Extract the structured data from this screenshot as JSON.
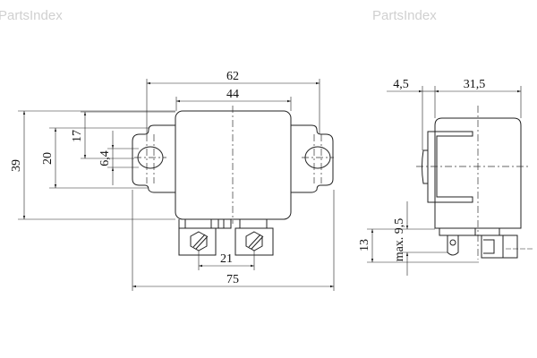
{
  "watermark": {
    "left": "PartsIndex",
    "right": "PartsIndex"
  },
  "front_view": {
    "dims": {
      "overall_mount_width": "62",
      "body_width": "44",
      "total_width": "75",
      "height": "39",
      "hole_offset": "17",
      "flange_height": "20",
      "hole_size": "6,4",
      "terminal_spacing": "21"
    }
  },
  "side_view": {
    "dims": {
      "flange_offset": "4,5",
      "body_depth": "31,5",
      "terminal_height": "13",
      "max_terminal": "max. 9,5"
    }
  }
}
